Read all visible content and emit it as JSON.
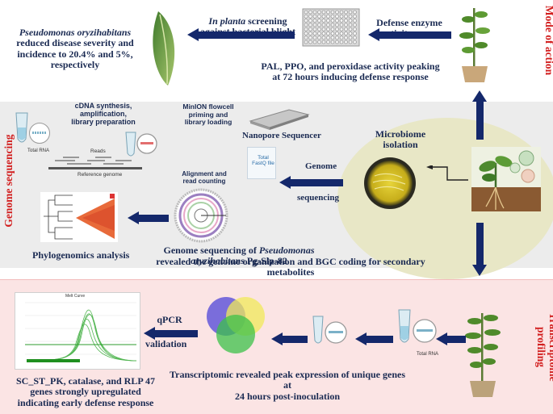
{
  "sections": {
    "mode_of_action": "Mode of action",
    "genome_sequencing": "Genome sequencing",
    "transcriptome_profiling": "Transcriptome profiling"
  },
  "mode": {
    "result_italic": "Pseudomonas oryzihabitans",
    "result_rest": "reduced disease severity and incidence to 20.4% and 5%, respectively",
    "screening_italic": "In planta",
    "screening_rest1": " screening",
    "screening_rest2": "against bacterial blight",
    "enzyme1": "Defense enzyme",
    "enzyme2": "activity assay",
    "enzyme_result1": "PAL, PPO, and peroxidase activity peaking",
    "enzyme_result2": "at 72 hours inducing defense response"
  },
  "genome": {
    "cdna1": "cDNA synthesis,",
    "cdna2": "amplification,",
    "cdna3": "library preparation",
    "minion1": "MinION flowcell",
    "minion2": "priming and",
    "minion3": "library loading",
    "total_rna": "Total RNA",
    "reads": "Reads",
    "ref_genome": "Reference genome",
    "nanopore": "Nanopore Sequencer",
    "align1": "Alignment and",
    "align2": "read counting",
    "fastq1": "Total",
    "fastq2": "FastQ file",
    "seq1": "Genome",
    "seq2": "sequencing",
    "phylo": "Phylogenomics analysis",
    "result_line1_a": "Genome sequencing of ",
    "result_line1_italic": "Pseudomonas oryzihabitans",
    "result_line1_b": " Pg-Slp-82",
    "result_line2": "revealed the genome organization and BGC coding for secondary",
    "result_line3": "metabolites"
  },
  "microbiome": {
    "title1": "Microbiome",
    "title2": "isolation"
  },
  "transcriptome": {
    "qpcr1": "qPCR",
    "qpcr2": "validation",
    "peak1": "Transcriptomic revealed peak expression of unique genes at",
    "peak2": "24 hours post-inoculation",
    "genes1": "SC_ST_PK, catalase, and RLP 47",
    "genes2": "genes strongly upregulated",
    "genes3": "indicating early defense response",
    "total_rna": "Total RNA",
    "melt_title": "Melt Curve"
  },
  "colors": {
    "arrow": "#14286b",
    "section_label": "#d21f1f",
    "text": "#1a2a52",
    "genome_band": "#ebebeb",
    "transcriptome_band": "#fbe4e4",
    "microbiome_circle": "#e9e8c8"
  }
}
